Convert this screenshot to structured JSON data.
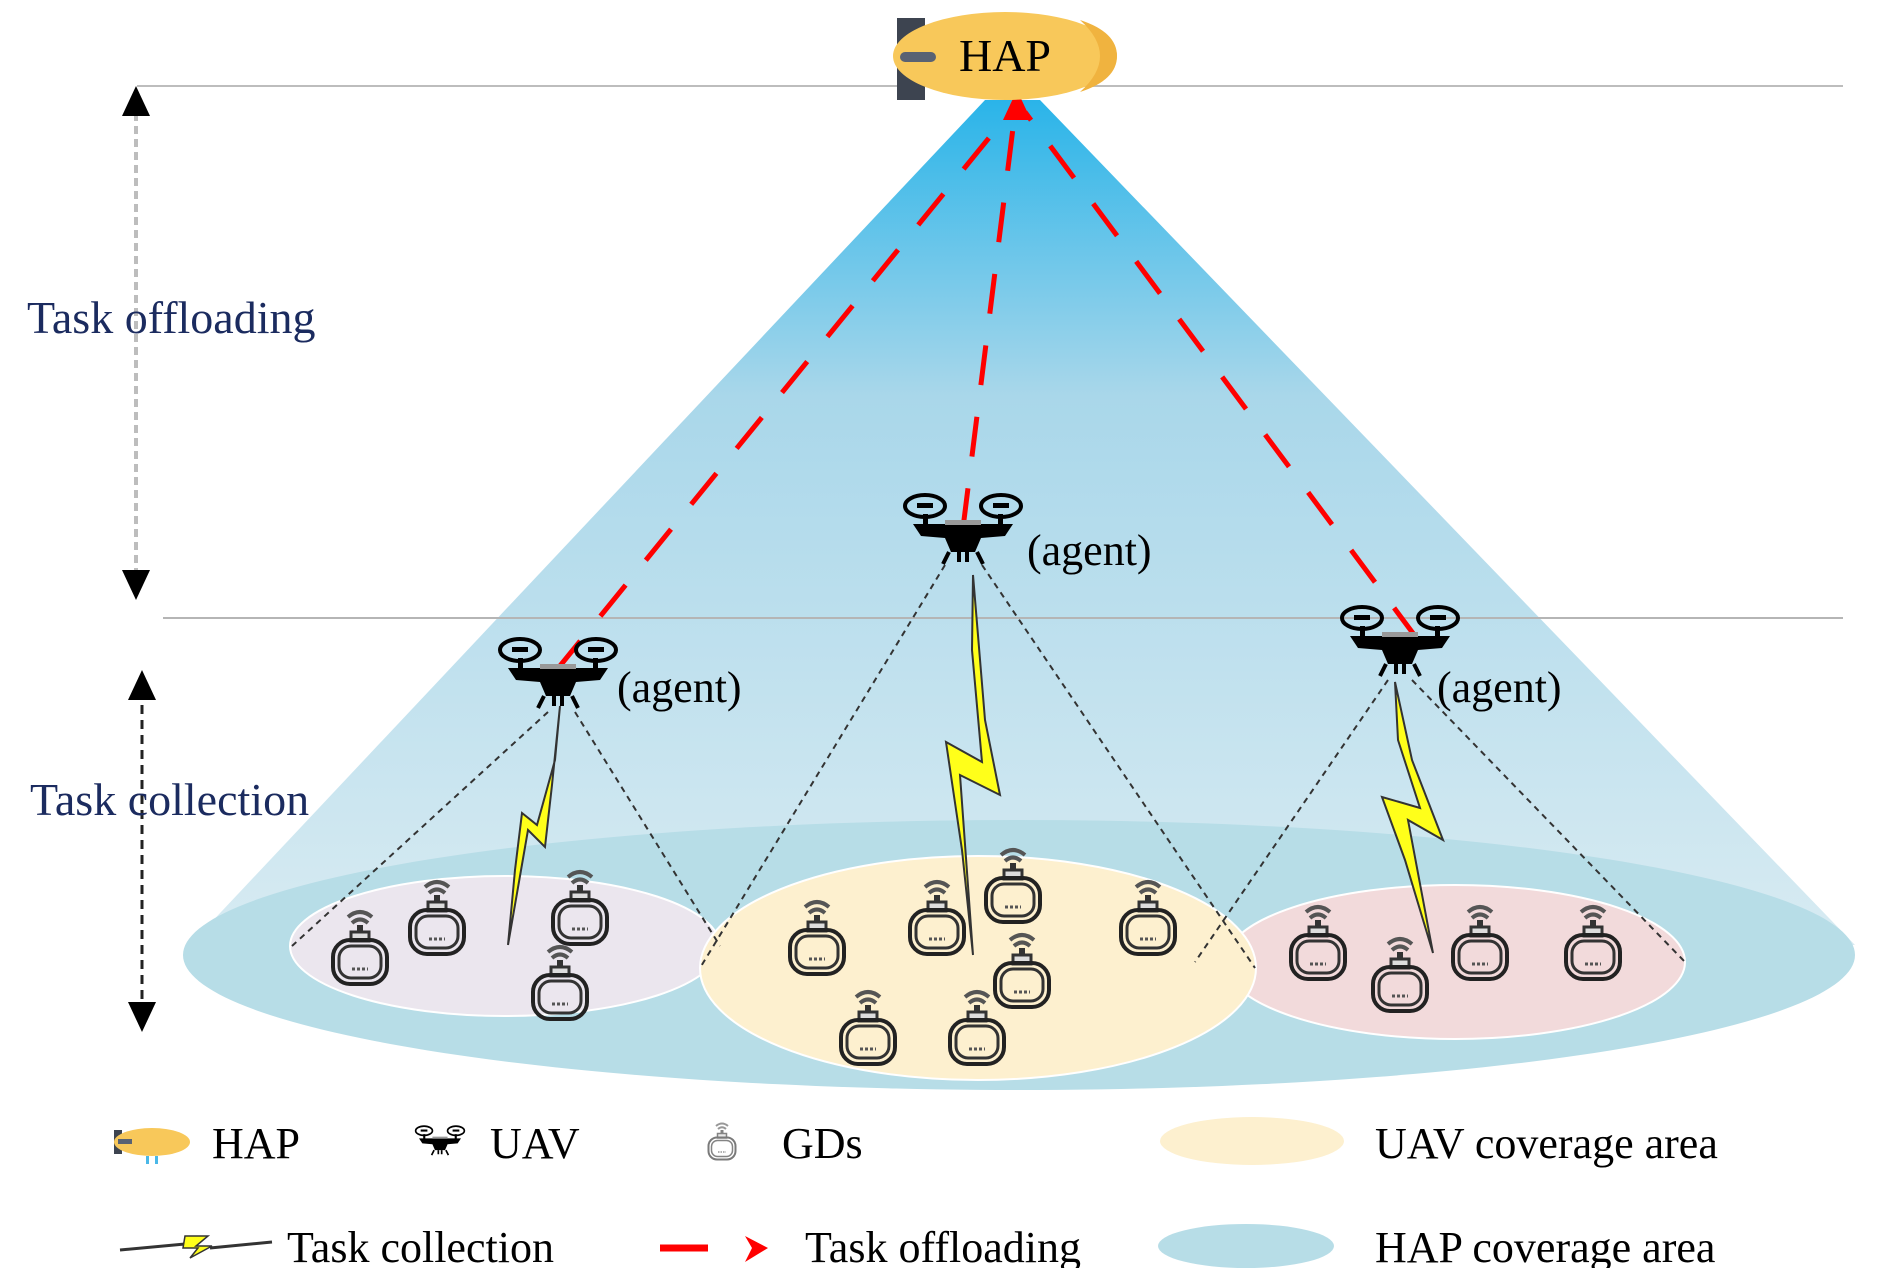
{
  "figure": {
    "hap_label": "HAP",
    "side_labels": {
      "task_offloading": "Task offloading",
      "task_collection": "Task collection"
    },
    "uavs": [
      {
        "id": "uav-left",
        "label": "(agent)"
      },
      {
        "id": "uav-center",
        "label": "(agent)"
      },
      {
        "id": "uav-right",
        "label": "(agent)"
      }
    ],
    "clusters": [
      {
        "id": "cluster-left",
        "color": "#ebe6ee",
        "ground_devices": 4
      },
      {
        "id": "cluster-center",
        "color": "#fdf0cf",
        "ground_devices": 7
      },
      {
        "id": "cluster-right",
        "color": "#f2dadb",
        "ground_devices": 4
      }
    ]
  },
  "colors": {
    "hap_body": "#f8c85a",
    "hap_tail": "#3d4450",
    "cone_top": "#2ab4e9",
    "cone_bottom": "#d6eaf2",
    "hap_coverage": "#b7dde7",
    "uav_coverage": "#fdf0cf",
    "offload_arrow": "#ff0000",
    "bolt": "#ffff1a",
    "label_navy": "#1b2b5f"
  },
  "legend": {
    "items": [
      {
        "icon": "hap-blimp-icon",
        "label": "HAP"
      },
      {
        "icon": "drone-icon",
        "label": "UAV"
      },
      {
        "icon": "ground-device-icon",
        "label": "GDs"
      },
      {
        "icon": "yellow-ellipse-swatch",
        "label": "UAV coverage area"
      },
      {
        "icon": "lightning-link-icon",
        "label": "Task collection"
      },
      {
        "icon": "red-dashed-arrow-icon",
        "label": "Task offloading"
      },
      {
        "icon": "blue-ellipse-swatch",
        "label": "HAP coverage area"
      }
    ]
  }
}
